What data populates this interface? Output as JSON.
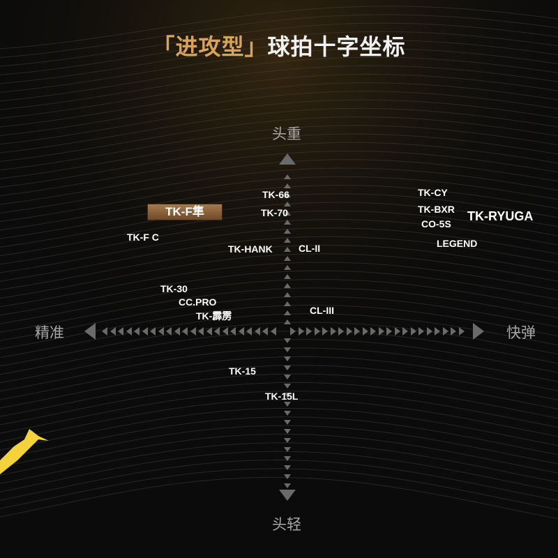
{
  "title": {
    "highlight": "「进攻型」",
    "rest": "球拍十字坐标"
  },
  "axes": {
    "top": "头重",
    "bottom": "头轻",
    "left": "精准",
    "right": "快弹"
  },
  "colors": {
    "accent": "#d9a45a",
    "highlight_bg": "#8a6039",
    "axis": "#6a6a6a"
  },
  "rackets": [
    {
      "name": "TK-66"
    },
    {
      "name": "TK-70"
    },
    {
      "name": "TK-F隼"
    },
    {
      "name": "TK-F C"
    },
    {
      "name": "TK-HANK"
    },
    {
      "name": "CL-II"
    },
    {
      "name": "TK-30"
    },
    {
      "name": "CC.PRO"
    },
    {
      "name": "TK-霹雳"
    },
    {
      "name": "CL-III"
    },
    {
      "name": "TK-15"
    },
    {
      "name": "TK-15L"
    },
    {
      "name": "TK-CY"
    },
    {
      "name": "TK-BXR"
    },
    {
      "name": "CO-5S"
    },
    {
      "name": "TK-RYUGA"
    },
    {
      "name": "LEGEND"
    }
  ]
}
